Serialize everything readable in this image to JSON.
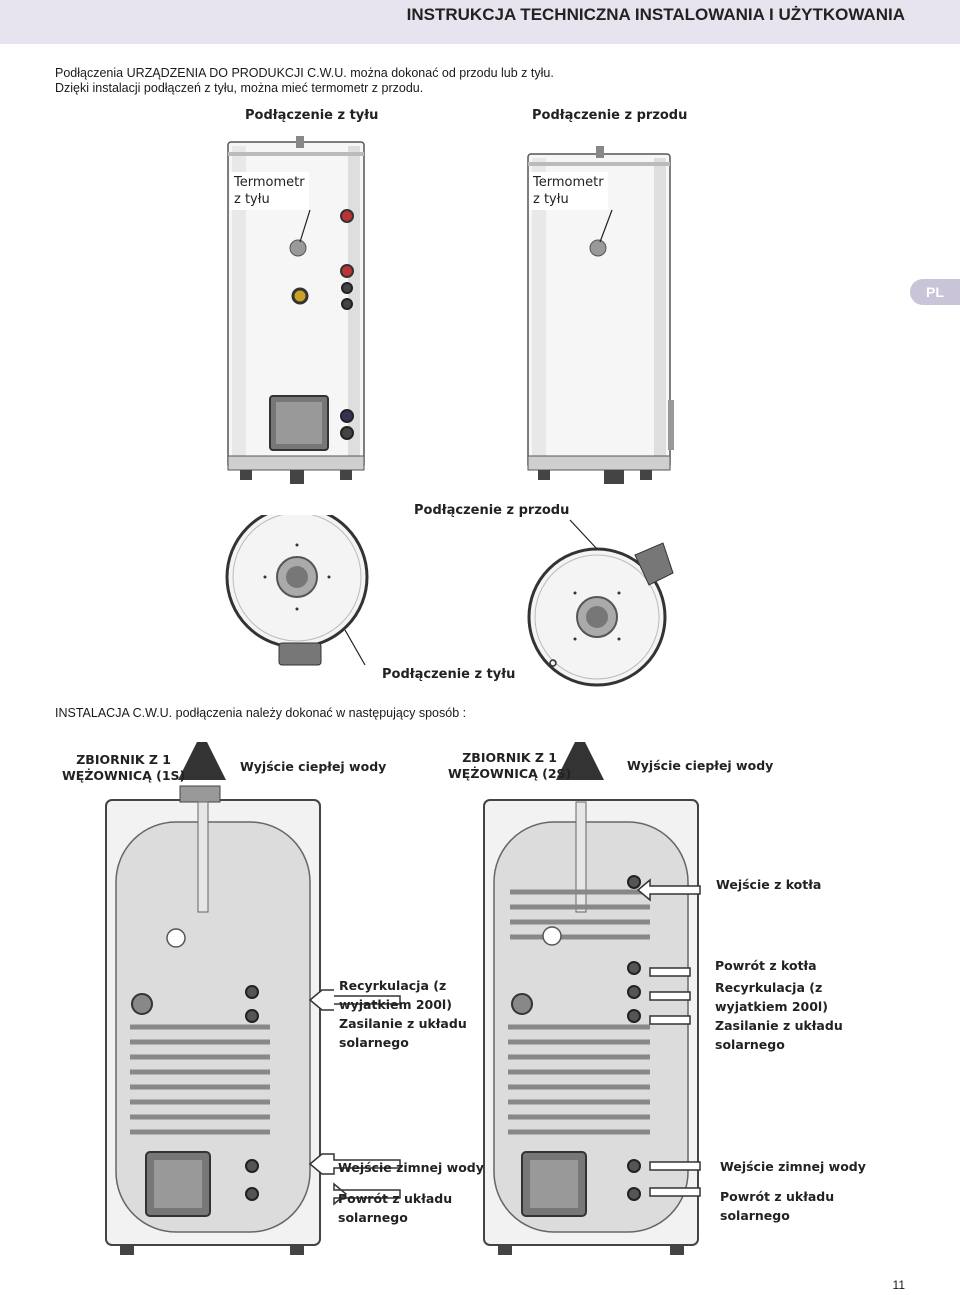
{
  "header": {
    "title": "INSTRUKCJA TECHNICZNA INSTALOWANIA I UŻYTKOWANIA"
  },
  "intro": {
    "line1": "Podłączenia URZĄDZENIA DO PRODUKCJI C.W.U. można dokonać od przodu lub z tyłu.",
    "line2": "Dzięki instalacji  podłączeń z tyłu, można mieć termometr z przodu."
  },
  "section1": {
    "left_title": "Podłączenie z tyłu",
    "right_title": "Podłączenie z przodu",
    "thermo_left_1": "Termometr",
    "thermo_left_2": "z tyłu",
    "thermo_right_1": "Termometr",
    "thermo_right_2": "z tyłu",
    "top_front_label": "Podłączenie z przodu",
    "top_back_label": "Podłączenie z tyłu"
  },
  "language_tab": "PL",
  "install_text": "INSTALACJA C.W.U. podłączenia należy dokonać w następujący sposób :",
  "tank_1s": {
    "title_1": "ZBIORNIK Z 1",
    "title_2": "WĘŻOWNICĄ (1S)",
    "hot_out": "Wyjście ciepłej wody",
    "recirc_1": "Recyrkulacja (z",
    "recirc_2": "wyjatkiem 200l)",
    "solar_supply_1": "Zasilanie z układu",
    "solar_supply_2": "solarnego",
    "cold_in": "Wejście zimnej wody",
    "solar_return_1": "Powrót z układu",
    "solar_return_2": "solarnego"
  },
  "tank_2s": {
    "title_1": "ZBIORNIK Z 1",
    "title_2": "WĘŻOWNICĄ (2S)",
    "hot_out": "Wyjście ciepłej wody",
    "boiler_in": "Wejście z  kotła",
    "boiler_return": "Powrót z kotła",
    "recirc_1": "Recyrkulacja (z",
    "recirc_2": "wyjatkiem 200l)",
    "solar_supply_1": "Zasilanie z układu",
    "solar_supply_2": "solarnego",
    "cold_in": "Wejście zimnej wody",
    "solar_return_1": "Powrót z układu",
    "solar_return_2": "solarnego"
  },
  "page_number": "11"
}
